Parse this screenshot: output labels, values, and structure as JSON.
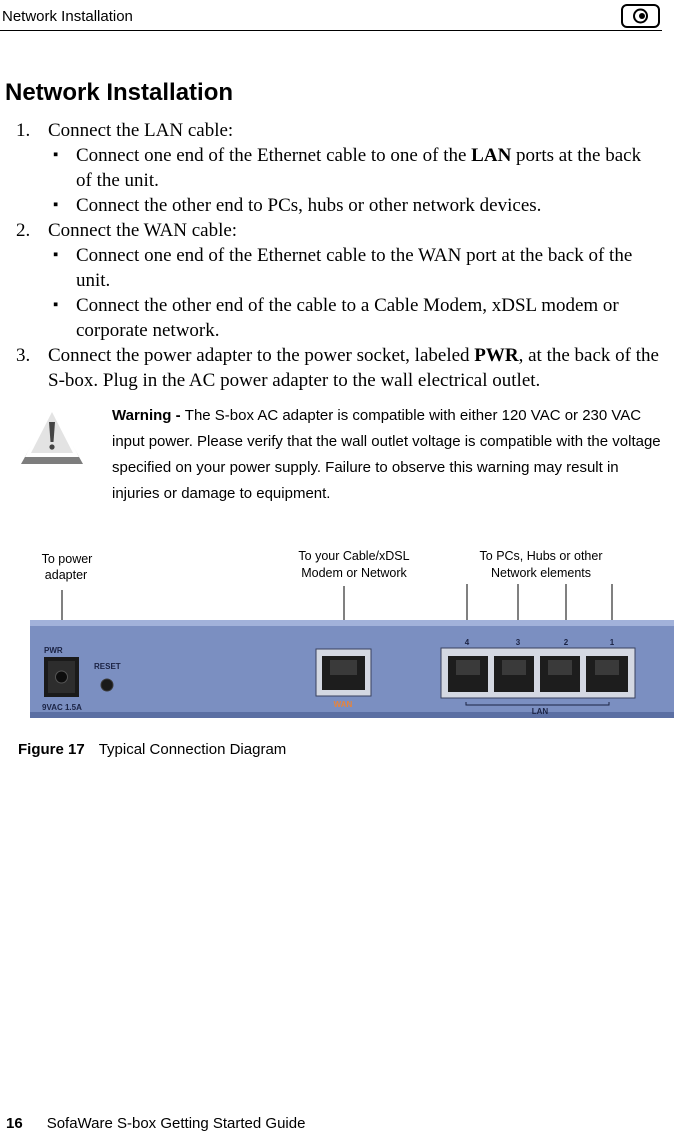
{
  "header": {
    "title": "Network Installation",
    "logo_icon": "sofaware-logo-icon"
  },
  "page_title": "Network Installation",
  "steps": [
    {
      "number": "1.",
      "text": "Connect the LAN cable:",
      "subs": [
        {
          "before": "Connect one end of the Ethernet cable to one of the ",
          "bold": "LAN",
          "after": " ports at the back of the unit."
        },
        {
          "before": "Connect the other end to PCs, hubs or other network devices.",
          "bold": "",
          "after": ""
        }
      ]
    },
    {
      "number": "2.",
      "text": "Connect the WAN cable:",
      "subs": [
        {
          "before": "Connect one end of the Ethernet cable to the WAN port at the back of the unit.",
          "bold": "",
          "after": ""
        },
        {
          "before": "Connect the other end of the cable to a Cable Modem, xDSL modem or corporate network.",
          "bold": "",
          "after": ""
        }
      ]
    },
    {
      "number": "3.",
      "before": "Connect the power adapter to the power socket, labeled ",
      "bold": "PWR",
      "after": ", at the back of the S-box. Plug in the AC power adapter to the wall electrical outlet."
    }
  ],
  "warning": {
    "icon": "warning-triangle-icon",
    "label": "Warning - ",
    "text": "The S-box AC adapter is compatible with either 120 VAC or 230 VAC input power. Please verify that the wall outlet voltage is compatible with the voltage specified on your power supply. Failure to observe this warning may result in injuries or damage to equipment."
  },
  "diagram": {
    "callouts": {
      "power": [
        "To power",
        "adapter"
      ],
      "wan": [
        "To your Cable/xDSL",
        "Modem or Network"
      ],
      "lan": [
        "To PCs, Hubs or other",
        "Network elements"
      ]
    },
    "panel": {
      "pwr_label": "PWR",
      "reset_label": "RESET",
      "rating_label": "9VAC 1.5A",
      "wan_label": "WAN",
      "lan_label": "LAN",
      "port_numbers": [
        "4",
        "3",
        "2",
        "1"
      ]
    },
    "colors": {
      "panel": "#7b8fc1",
      "panel_dark": "#5b6fa3",
      "wan_label": "#e8843a"
    }
  },
  "figure": {
    "label": "Figure 17",
    "caption": "Typical Connection Diagram"
  },
  "footer": {
    "page_number": "16",
    "title": "SofaWare S-box Getting Started Guide"
  }
}
